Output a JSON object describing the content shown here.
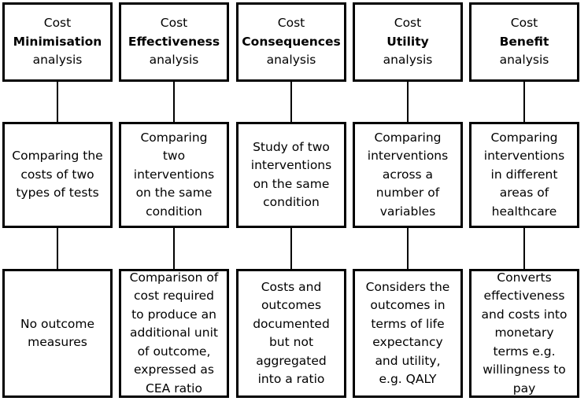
{
  "columns": [
    {
      "prefix": "Cost",
      "name": "Minimisation",
      "suffix": "analysis",
      "description": "Comparing the\ncosts of two\ntypes of tests",
      "outcome": "No outcome\nmeasures"
    },
    {
      "prefix": "Cost",
      "name": "Effectiveness",
      "suffix": "analysis",
      "description": "Comparing\ntwo\ninterventions\non the same\ncondition",
      "outcome": "Comparison of\ncost required\nto produce an\nadditional unit\nof outcome,\nexpressed as\nCEA ratio"
    },
    {
      "prefix": "Cost",
      "name": "Consequences",
      "suffix": "analysis",
      "description": "Study of two\ninterventions\non the same\ncondition",
      "outcome": "Costs and\noutcomes\ndocumented\nbut not\naggregated\ninto a ratio"
    },
    {
      "prefix": "Cost",
      "name": "Utility",
      "suffix": "analysis",
      "description": "Comparing\ninterventions\nacross a\nnumber of\nvariables",
      "outcome": "Considers the\noutcomes in\nterms of life\nexpectancy\nand utility,\ne.g. QALY"
    },
    {
      "prefix": "Cost",
      "name": "Benefit",
      "suffix": "analysis",
      "description": "Comparing\ninterventions\nin different\nareas of\nhealthcare",
      "outcome": "Converts\neffectiveness\nand costs into\nmonetary\nterms e.g.\nwillingness to\npay"
    }
  ]
}
